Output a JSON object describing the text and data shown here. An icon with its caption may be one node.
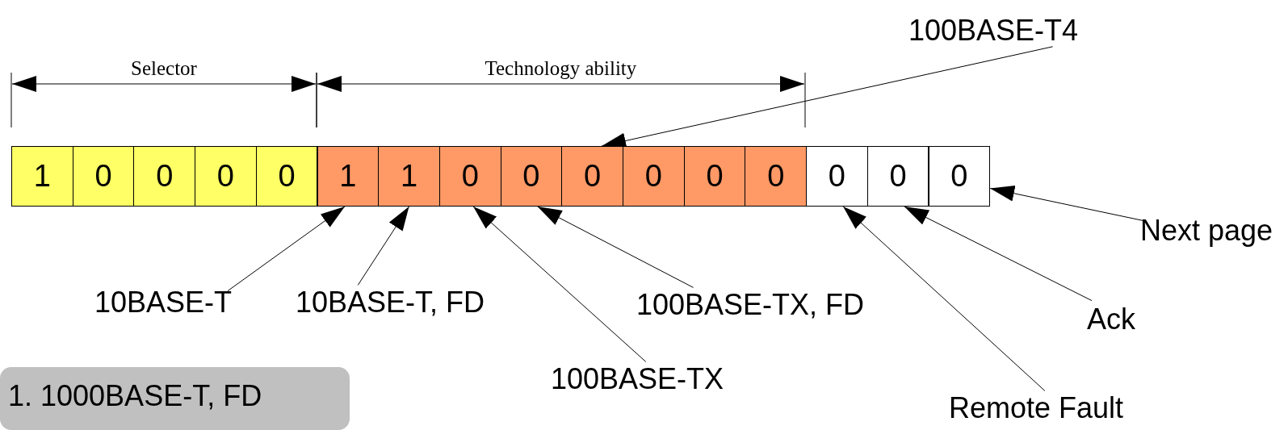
{
  "diagram": {
    "nodes": [
      {
        "text": [
          "1"
        ]
      },
      {
        "text": [
          "0"
        ]
      },
      {
        "text": [
          "0"
        ]
      },
      {
        "text": [
          "0"
        ]
      },
      {
        "text": [
          "0"
        ]
      },
      {
        "text": [
          "1"
        ]
      },
      {
        "text": [
          "1"
        ]
      },
      {
        "text": [
          "0"
        ]
      },
      {
        "text": [
          "0"
        ]
      },
      {
        "text": [
          "0"
        ]
      },
      {
        "text": [
          "0"
        ]
      },
      {
        "text": [
          "0"
        ]
      },
      {
        "text": [
          "0"
        ]
      },
      {
        "text": [
          "0"
        ]
      },
      {
        "text": [
          "0"
        ]
      },
      {
        "text": [
          "0"
        ]
      },
      {
        "text": [
          "100BASE-T4"
        ]
      },
      {
        "text": [
          "Next page"
        ]
      },
      {
        "text": [
          "10BASE-T"
        ]
      },
      {
        "text": [
          "10BASE-T, FD"
        ]
      },
      {
        "text": [
          "100BASE-TX, FD"
        ]
      },
      {
        "text": [
          "Ack"
        ]
      },
      {
        "text": [
          "100BASE-TX"
        ]
      },
      {
        "text": [
          "1. 1000BASE-T, FD"
        ]
      },
      {
        "text": [
          "Remote Fault"
        ]
      }
    ],
    "edges": [
      {
        "from": 16,
        "to": 9,
        "arrow": "to"
      },
      {
        "from": 17,
        "to": 15,
        "arrow": "to"
      },
      {
        "from": 18,
        "to": 5,
        "arrow": "to"
      },
      {
        "from": 19,
        "to": 6,
        "arrow": "to"
      },
      {
        "from": 20,
        "to": 8,
        "arrow": "to"
      },
      {
        "from": 21,
        "to": 14,
        "arrow": "to"
      },
      {
        "from": 22,
        "to": 7,
        "arrow": "to"
      },
      {
        "from": 24,
        "to": 13,
        "arrow": "to"
      }
    ],
    "labels": [
      "Selector",
      "Technology ability"
    ]
  }
}
